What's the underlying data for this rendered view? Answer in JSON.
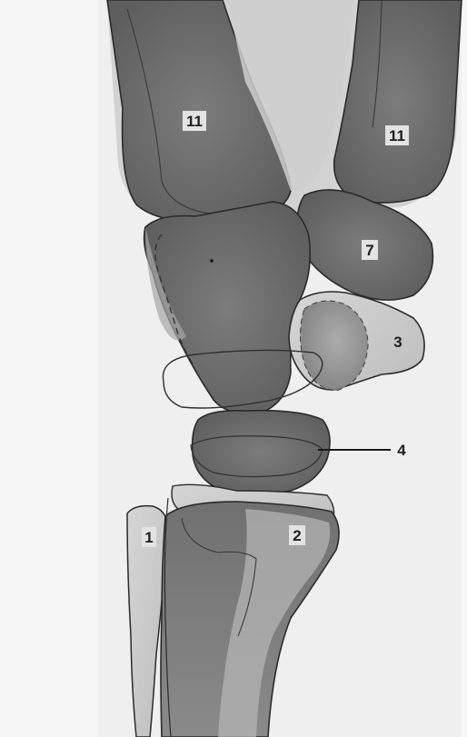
{
  "figure": {
    "labels": {
      "metacarpal_left": "11",
      "metacarpal_right": "11",
      "carpal_7": "7",
      "carpal_3": "3",
      "carpal_4": "4",
      "bone_1": "1",
      "bone_2": "2"
    },
    "colors": {
      "background": "#ffffff",
      "bone_dark": "#6f6f6f",
      "bone_mid": "#9a9a9a",
      "bone_light": "#c9c9c9",
      "outline": "#2a2a2a"
    }
  }
}
